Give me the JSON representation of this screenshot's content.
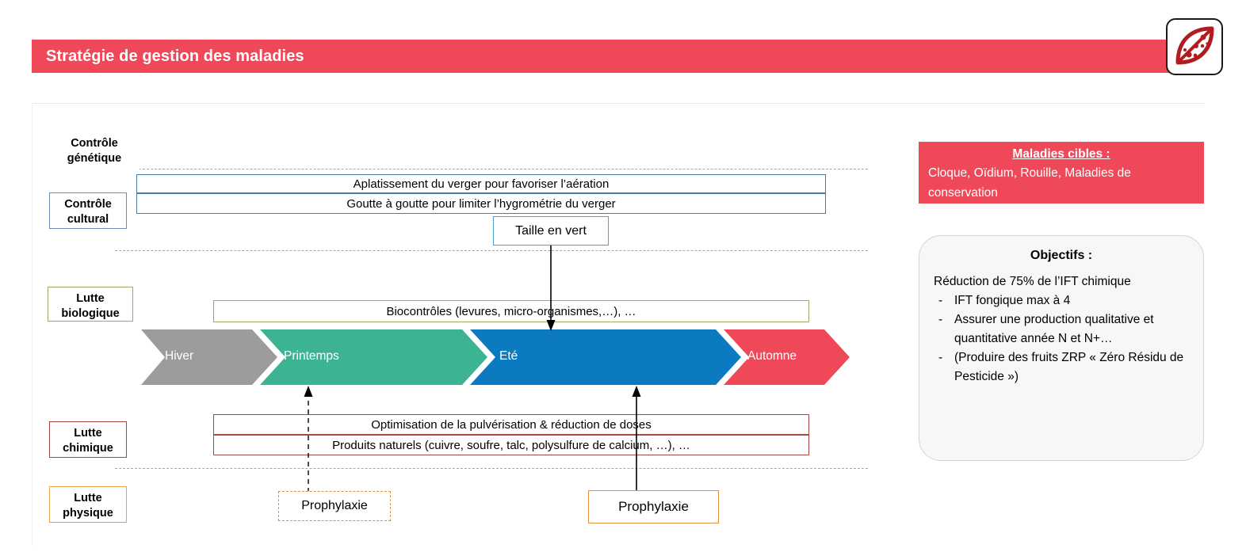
{
  "slide": {
    "title": "Stratégie de gestion des maladies",
    "banner_color": "#ef4959",
    "logo_name": "peach-leaf-logo"
  },
  "categories": [
    {
      "id": "genetique",
      "label_line1": "Contrôle",
      "label_line2": "génétique",
      "border": "none"
    },
    {
      "id": "cultural",
      "label_line1": "Contrôle",
      "label_line2": "cultural",
      "border": "#6a8caa"
    },
    {
      "id": "biologique",
      "label_line1": "Lutte",
      "label_line2": "biologique",
      "border": "#9aab63"
    },
    {
      "id": "chimique",
      "label_line1": "Lutte",
      "label_line2": "chimique",
      "border": "#a14a44"
    },
    {
      "id": "physique",
      "label_line1": "Lutte",
      "label_line2": "physique",
      "border": "#e8a14c"
    }
  ],
  "bars": {
    "aplatissement": "Aplatissement du verger pour favoriser l’aération",
    "goutte": "Goutte à goutte pour limiter l’hygrométrie du verger",
    "biocontroles": "Biocontrôles (levures, micro-organismes,…), …",
    "optimisation": "Optimisation de la pulvérisation & réduction de doses",
    "produits": "Produits naturels (cuivre, soufre, talc, polysulfure de calcium, …), …"
  },
  "boxes": {
    "taille_en_vert": "Taille en vert",
    "prophylaxie_left": "Prophylaxie",
    "prophylaxie_right": "Prophylaxie"
  },
  "seasons": [
    {
      "label": "Hiver",
      "color": "#9c9c9c"
    },
    {
      "label": "Printemps",
      "color": "#3cb392"
    },
    {
      "label": "Eté",
      "color": "#0b7ac0"
    },
    {
      "label": "Automne",
      "color": "#ef4959"
    }
  ],
  "maladies": {
    "title": "Maladies cibles :",
    "body": "Cloque, Oïdium, Rouille, Maladies de conservation"
  },
  "objectifs": {
    "title": "Objectifs :",
    "items": [
      {
        "dash": "-",
        "text": "Réduction de 75% de l’IFT chimique",
        "flush": true
      },
      {
        "dash": "-",
        "text": "IFT fongique max à 4",
        "flush": false
      },
      {
        "dash": "-",
        "text": "Assurer une production qualitative et quantitative année N et N+…",
        "flush": false
      },
      {
        "dash": "-",
        "text": "(Produire des fruits ZRP « Zéro Résidu de Pesticide »)",
        "flush": false
      }
    ]
  }
}
